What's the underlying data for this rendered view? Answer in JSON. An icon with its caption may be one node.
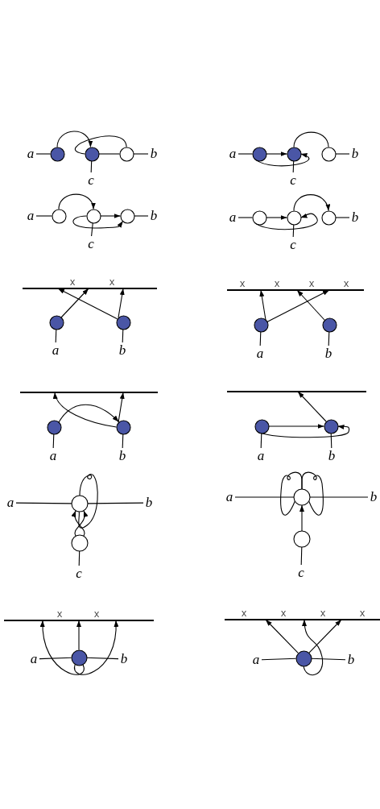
{
  "diagram": {
    "nodes": [
      {
        "text": [
          "a"
        ]
      },
      {
        "text": [],
        "shape": "circle"
      },
      {
        "text": [],
        "shape": "circle"
      },
      {
        "text": [],
        "shape": "circle"
      },
      {
        "text": [
          "b"
        ]
      },
      {
        "text": [
          "c"
        ]
      },
      {
        "text": [
          "a"
        ]
      },
      {
        "text": [],
        "shape": "circle"
      },
      {
        "text": [],
        "shape": "circle"
      },
      {
        "text": [],
        "shape": "circle"
      },
      {
        "text": [
          "b"
        ]
      },
      {
        "text": [
          "c"
        ]
      },
      {
        "text": [
          "a"
        ]
      },
      {
        "text": [],
        "shape": "circle"
      },
      {
        "text": [],
        "shape": "circle"
      },
      {
        "text": [],
        "shape": "circle"
      },
      {
        "text": [
          "b"
        ]
      },
      {
        "text": [
          "c"
        ]
      },
      {
        "text": [
          "a"
        ]
      },
      {
        "text": [],
        "shape": "circle"
      },
      {
        "text": [],
        "shape": "circle"
      },
      {
        "text": [],
        "shape": "circle"
      },
      {
        "text": [
          "b"
        ]
      },
      {
        "text": [
          "c"
        ]
      },
      {
        "text": [],
        "shape": "bar"
      },
      {
        "text": [],
        "shape": "circle"
      },
      {
        "text": [],
        "shape": "circle"
      },
      {
        "text": [
          "a"
        ]
      },
      {
        "text": [
          "b"
        ]
      },
      {
        "text": [],
        "shape": "bar"
      },
      {
        "text": [],
        "shape": "circle"
      },
      {
        "text": [],
        "shape": "circle"
      },
      {
        "text": [
          "a"
        ]
      },
      {
        "text": [
          "b"
        ]
      },
      {
        "text": [],
        "shape": "bar"
      },
      {
        "text": [],
        "shape": "circle"
      },
      {
        "text": [],
        "shape": "circle"
      },
      {
        "text": [
          "a"
        ]
      },
      {
        "text": [
          "b"
        ]
      },
      {
        "text": [],
        "shape": "bar"
      },
      {
        "text": [],
        "shape": "circle"
      },
      {
        "text": [],
        "shape": "circle"
      },
      {
        "text": [
          "a"
        ]
      },
      {
        "text": [
          "b"
        ]
      },
      {
        "text": [
          "a"
        ]
      },
      {
        "text": [],
        "shape": "circle"
      },
      {
        "text": [
          "b"
        ]
      },
      {
        "text": [],
        "shape": "circle"
      },
      {
        "text": [
          "c"
        ]
      },
      {
        "text": [
          "a"
        ]
      },
      {
        "text": [],
        "shape": "circle"
      },
      {
        "text": [
          "b"
        ]
      },
      {
        "text": [],
        "shape": "circle"
      },
      {
        "text": [
          "c"
        ]
      },
      {
        "text": [],
        "shape": "bar"
      },
      {
        "text": [
          "a"
        ]
      },
      {
        "text": [],
        "shape": "circle"
      },
      {
        "text": [
          "b"
        ]
      },
      {
        "text": [],
        "shape": "bar"
      },
      {
        "text": [
          "a"
        ]
      },
      {
        "text": [],
        "shape": "circle"
      },
      {
        "text": [
          "b"
        ]
      }
    ],
    "edges": [
      {
        "from": 0,
        "to": 1,
        "arrow": "none"
      },
      {
        "from": 1,
        "to": 2,
        "arrow": "to"
      },
      {
        "from": 3,
        "to": 2,
        "arrow": "none"
      },
      {
        "from": 2,
        "to": 3,
        "arrow": "none"
      },
      {
        "from": 3,
        "to": 4,
        "arrow": "none"
      },
      {
        "from": 2,
        "to": 5,
        "arrow": "none"
      },
      {
        "from": 6,
        "to": 7,
        "arrow": "none"
      },
      {
        "from": 7,
        "to": 8,
        "arrow": "to"
      },
      {
        "from": 7,
        "to": 8,
        "arrow": "to"
      },
      {
        "from": 9,
        "to": 8,
        "arrow": "none"
      },
      {
        "from": 9,
        "to": 10,
        "arrow": "none"
      },
      {
        "from": 8,
        "to": 11,
        "arrow": "none"
      },
      {
        "from": 12,
        "to": 13,
        "arrow": "none"
      },
      {
        "from": 13,
        "to": 14,
        "arrow": "to"
      },
      {
        "from": 14,
        "to": 15,
        "arrow": "to"
      },
      {
        "from": 14,
        "to": 15,
        "arrow": "to"
      },
      {
        "from": 15,
        "to": 16,
        "arrow": "none"
      },
      {
        "from": 14,
        "to": 17,
        "arrow": "none"
      },
      {
        "from": 18,
        "to": 19,
        "arrow": "none"
      },
      {
        "from": 19,
        "to": 20,
        "arrow": "to"
      },
      {
        "from": 19,
        "to": 20,
        "arrow": "to"
      },
      {
        "from": 20,
        "to": 21,
        "arrow": "to"
      },
      {
        "from": 21,
        "to": 22,
        "arrow": "none"
      },
      {
        "from": 20,
        "to": 23,
        "arrow": "none"
      },
      {
        "from": 25,
        "to": 24,
        "arrow": "to"
      },
      {
        "from": 26,
        "to": 24,
        "arrow": "to"
      },
      {
        "from": 26,
        "to": 24,
        "arrow": "to"
      },
      {
        "from": 25,
        "to": 27,
        "arrow": "none"
      },
      {
        "from": 26,
        "to": 28,
        "arrow": "none"
      },
      {
        "from": 30,
        "to": 29,
        "arrow": "to"
      },
      {
        "from": 30,
        "to": 29,
        "arrow": "to"
      },
      {
        "from": 31,
        "to": 29,
        "arrow": "to"
      },
      {
        "from": 30,
        "to": 32,
        "arrow": "none"
      },
      {
        "from": 31,
        "to": 33,
        "arrow": "none"
      },
      {
        "from": 35,
        "to": 36,
        "arrow": "to"
      },
      {
        "from": 36,
        "to": 34,
        "arrow": "to"
      },
      {
        "from": 36,
        "to": 34,
        "arrow": "to"
      },
      {
        "from": 35,
        "to": 37,
        "arrow": "none"
      },
      {
        "from": 36,
        "to": 38,
        "arrow": "none"
      },
      {
        "from": 41,
        "to": 39,
        "arrow": "to"
      },
      {
        "from": 40,
        "to": 41,
        "arrow": "to"
      },
      {
        "from": 40,
        "to": 41,
        "arrow": "to"
      },
      {
        "from": 40,
        "to": 42,
        "arrow": "none"
      },
      {
        "from": 41,
        "to": 43,
        "arrow": "none"
      },
      {
        "from": 44,
        "to": 45,
        "arrow": "none"
      },
      {
        "from": 45,
        "to": 46,
        "arrow": "none"
      },
      {
        "from": 47,
        "to": 45,
        "arrow": "to"
      },
      {
        "from": 47,
        "to": 45,
        "arrow": "to"
      },
      {
        "from": 45,
        "to": 45,
        "arrow": "none"
      },
      {
        "from": 47,
        "to": 48,
        "arrow": "none"
      },
      {
        "from": 49,
        "to": 50,
        "arrow": "none"
      },
      {
        "from": 50,
        "to": 51,
        "arrow": "none"
      },
      {
        "from": 52,
        "to": 50,
        "arrow": "to"
      },
      {
        "from": 50,
        "to": 50,
        "arrow": "none"
      },
      {
        "from": 50,
        "to": 50,
        "arrow": "none"
      },
      {
        "from": 52,
        "to": 53,
        "arrow": "none"
      },
      {
        "from": 56,
        "to": 54,
        "arrow": "to"
      },
      {
        "from": 56,
        "to": 54,
        "arrow": "to"
      },
      {
        "from": 56,
        "to": 54,
        "arrow": "to"
      },
      {
        "from": 55,
        "to": 56,
        "arrow": "none"
      },
      {
        "from": 56,
        "to": 57,
        "arrow": "none"
      },
      {
        "from": 60,
        "to": 58,
        "arrow": "to"
      },
      {
        "from": 60,
        "to": 58,
        "arrow": "to"
      },
      {
        "from": 60,
        "to": 58,
        "arrow": "to"
      },
      {
        "from": 59,
        "to": 60,
        "arrow": "none"
      },
      {
        "from": 60,
        "to": 61,
        "arrow": "none"
      }
    ],
    "labels": [
      "x",
      "x",
      "x",
      "x",
      "x",
      "x",
      "x",
      "x",
      "x",
      "x",
      "x",
      "x"
    ]
  }
}
